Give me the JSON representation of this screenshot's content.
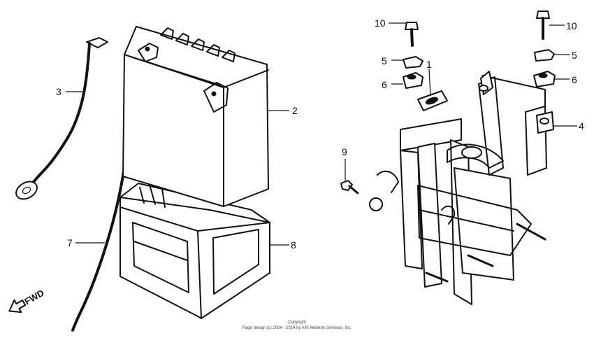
{
  "callouts": {
    "c10a": "10",
    "c10b": "10",
    "c5a": "5",
    "c5b": "5",
    "c6a": "6",
    "c6b": "6",
    "c1": "1",
    "c3": "3",
    "c2": "2",
    "c4": "4",
    "c9": "9",
    "c7": "7",
    "c8": "8"
  },
  "fwd_label": "FWD",
  "copyright": {
    "line1": "Copyright",
    "line2": "Page design (c) 2004 - 2014 by ARI Network Services, Inc."
  },
  "colors": {
    "ink": "#111111",
    "background": "#ffffff"
  }
}
